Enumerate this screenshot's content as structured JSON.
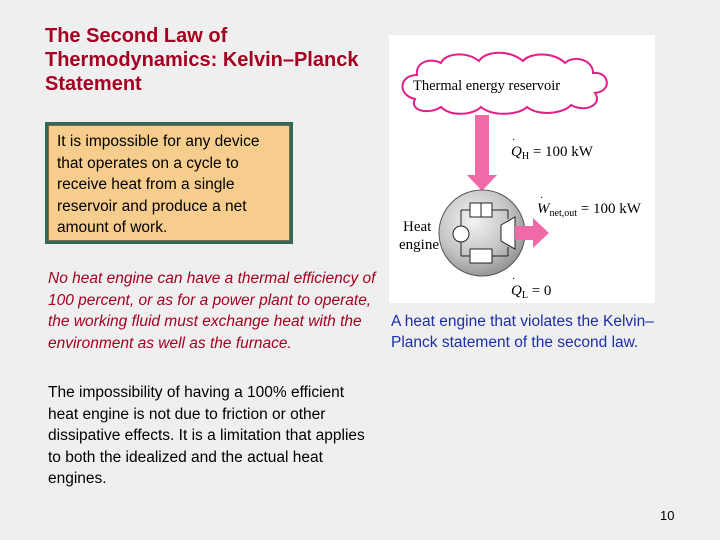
{
  "slide": {
    "title": "The Second Law of Thermodynamics: Kelvin–Planck Statement",
    "statement": "It is impossible for any device that operates on a cycle to receive heat from a single reservoir and produce a net amount of work.",
    "emphasis": "No heat engine can have a thermal efficiency of 100 percent, or as for a power plant to operate, the working fluid must exchange heat with the environment as well as the furnace.",
    "body": "The impossibility of having a 100% efficient heat engine is not due to friction or other dissipative effects. It is a limitation that applies to both the idealized and the actual heat engines.",
    "caption": "A heat engine that violates the Kelvin–Planck statement of the second law.",
    "page_number": "10"
  },
  "figure": {
    "reservoir_label": "Thermal energy reservoir",
    "qh_symbol": "Q",
    "qh_subscript": "H",
    "qh_value": " = 100 kW",
    "wnet_symbol": "W",
    "wnet_subscript": "net,out",
    "wnet_value": " = 100 kW",
    "engine_label_line1": "Heat",
    "engine_label_line2": "engine",
    "ql_symbol": "Q",
    "ql_subscript": "L",
    "ql_value": " = 0"
  },
  "colors": {
    "title": "#a50021",
    "caption": "#1b2fa6",
    "statement_box": "#f7cd8e",
    "statement_frame": "#2f6a59",
    "cloud_border": "#e0208a",
    "arrow": "#f06aa8",
    "engine_fill": "#bfbfbf"
  }
}
